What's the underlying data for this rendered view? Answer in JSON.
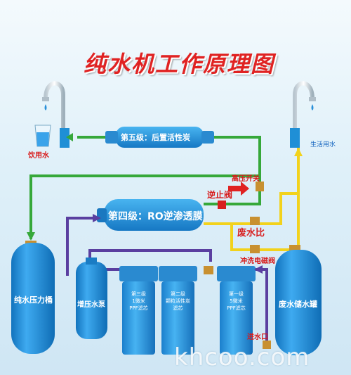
{
  "title": "纯水机工作原理图",
  "labels": {
    "drinking_water": "饮用水",
    "domestic_water": "生活用水",
    "stage5": "第五级：后置活性炭",
    "high_pressure_switch": "高压开关",
    "check_valve": "逆止阀",
    "stage4": "第四级：RO逆渗透膜",
    "waste_ratio": "废水比",
    "flush_valve": "冲洗电磁阀",
    "pure_tank": "纯水压力桶",
    "booster_pump": "增压水泵",
    "stage3": [
      "第三级",
      "1微米",
      "PPF滤芯"
    ],
    "stage2": [
      "第二级",
      "颗粒活性炭",
      "滤芯"
    ],
    "stage1": [
      "第一级",
      "5微米",
      "PPF滤芯"
    ],
    "waste_tank": "废水储水罐",
    "water_inlet": "进水口"
  },
  "watermark": "khcoo.com",
  "colors": {
    "title": "#e02222",
    "pure_pipe": "#36a83a",
    "inlet_pipe": "#5a3fa0",
    "waste_pipe": "#f2d21c",
    "vessel": "#1f8fd6",
    "valve": "#c89030",
    "check_valve": "#d82020"
  }
}
